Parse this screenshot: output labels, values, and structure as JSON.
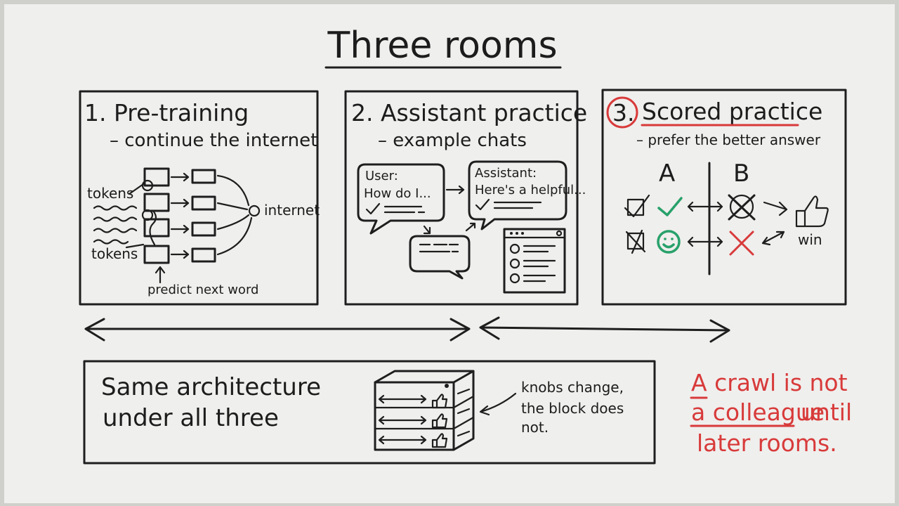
{
  "title": "Three rooms",
  "rooms": [
    {
      "heading": "1. Pre-training",
      "subtitle": "– continue the internet",
      "labels": {
        "tokens_top": "tokens",
        "tokens_bottom": "tokens",
        "internet": "internet",
        "predict": "predict next word"
      }
    },
    {
      "heading": "2. Assistant practice",
      "subtitle": "– example chats",
      "labels": {
        "user": "User:",
        "user_msg": "How do I...",
        "assistant": "Assistant:",
        "assistant_msg": "Here's a helpful..."
      }
    },
    {
      "number": "3.",
      "heading": "Scored practice",
      "subtitle": "– prefer the better answer",
      "labels": {
        "a": "A",
        "b": "B",
        "win": "win"
      }
    }
  ],
  "bottom_box": {
    "line1": "Same architecture",
    "line2": "under all three",
    "note_line1": "knobs change,",
    "note_line2": "the block does",
    "note_line3": "not."
  },
  "red_note": {
    "line1": "A crawl is not",
    "line2a": "a colleague",
    "line2b": "until",
    "line3": "later rooms."
  },
  "colors": {
    "red": "#d83a3a",
    "green": "#27a16a",
    "ink": "#1e1e1e",
    "board": "#efefed"
  }
}
